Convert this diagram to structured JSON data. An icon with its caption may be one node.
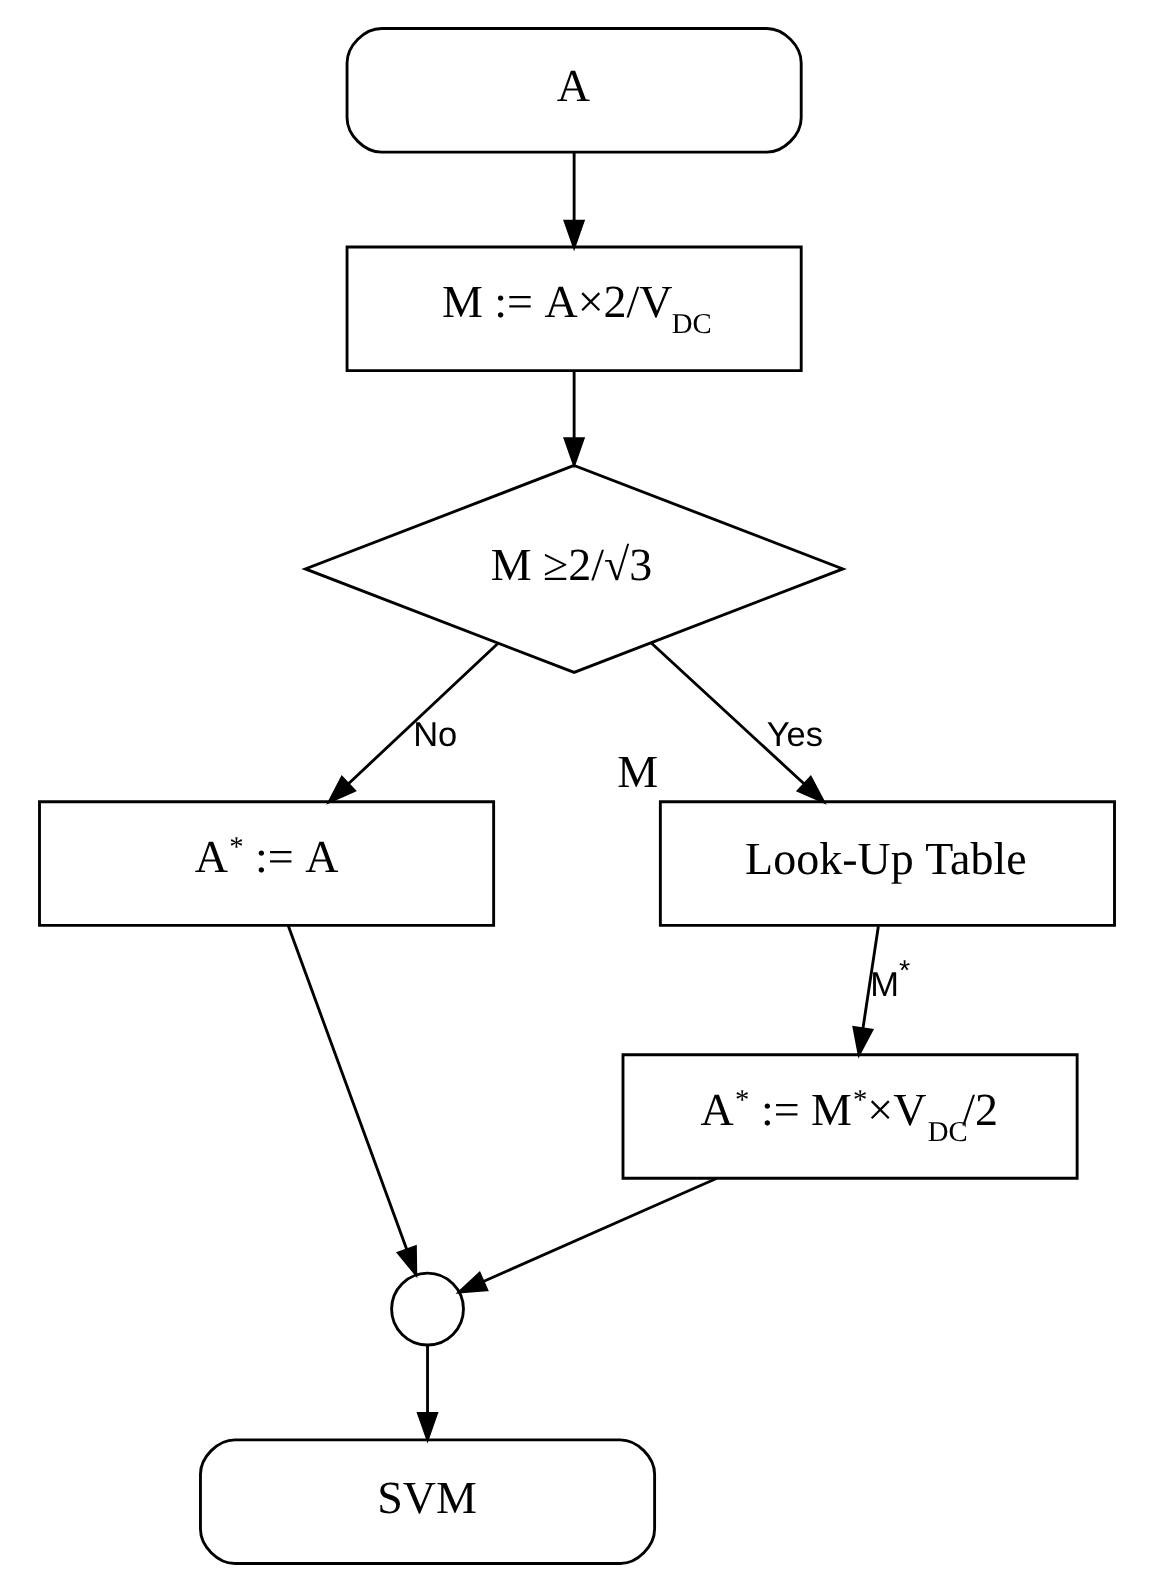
{
  "diagram": {
    "nodes": [
      {
        "text": [
          "A"
        ]
      },
      {
        "text": [
          "M := A×2/V$_{DC}$"
        ]
      },
      {
        "text": [
          "M ≥2/√3"
        ]
      },
      {
        "text": [
          "A$^{*}$ := A"
        ]
      },
      {
        "text": [
          "Look-Up Table"
        ],
        "beside": [
          "M"
        ]
      },
      {
        "text": [
          "A$^{*}$ := M$^{*}$×V$_{DC}$/2"
        ]
      },
      {
        "text": [],
        "shape": "circle"
      },
      {
        "text": [
          "SVM"
        ]
      }
    ],
    "edges": [
      {
        "from": 0,
        "to": 1,
        "arrow": "to"
      },
      {
        "from": 1,
        "to": 2,
        "arrow": "to"
      },
      {
        "from": 2,
        "to": 3,
        "arrow": "to",
        "label": "No"
      },
      {
        "from": 2,
        "to": 4,
        "arrow": "to",
        "label": "Yes"
      },
      {
        "from": 4,
        "to": 5,
        "arrow": "to",
        "label": "M$^{*}$"
      },
      {
        "from": 3,
        "to": 6,
        "arrow": "to"
      },
      {
        "from": 5,
        "to": 6,
        "arrow": "to"
      },
      {
        "from": 6,
        "to": 7,
        "arrow": "to"
      }
    ]
  }
}
